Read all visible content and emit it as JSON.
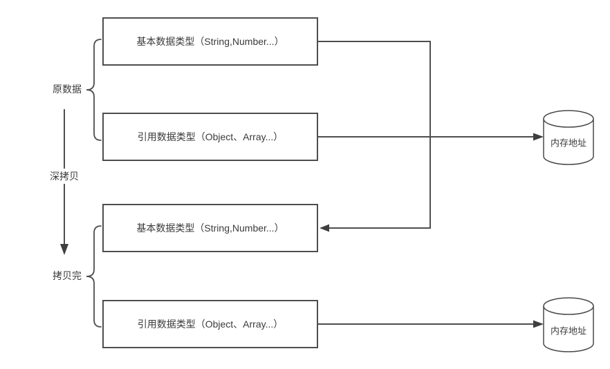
{
  "diagram": {
    "nodes": [
      {
        "id": "primitive-source",
        "label": "基本数据类型（String,Number...）"
      },
      {
        "id": "reference-source",
        "label": "引用数据类型（Object、Array...）"
      },
      {
        "id": "primitive-copy",
        "label": "基本数据类型（String,Number...）"
      },
      {
        "id": "reference-copy",
        "label": "引用数据类型（Object、Array...）"
      }
    ],
    "cylinders": [
      {
        "id": "memory-source",
        "label": "内存地址"
      },
      {
        "id": "memory-copy",
        "label": "内存地址"
      }
    ],
    "labels": {
      "source_group": "原数据",
      "copy_process": "深拷贝",
      "copied_group": "拷贝完"
    },
    "colors": {
      "stroke": "#4d4d4f",
      "arrowhead": "#3f3f41",
      "text": "#3a3a3c",
      "background": "#ffffff"
    }
  }
}
